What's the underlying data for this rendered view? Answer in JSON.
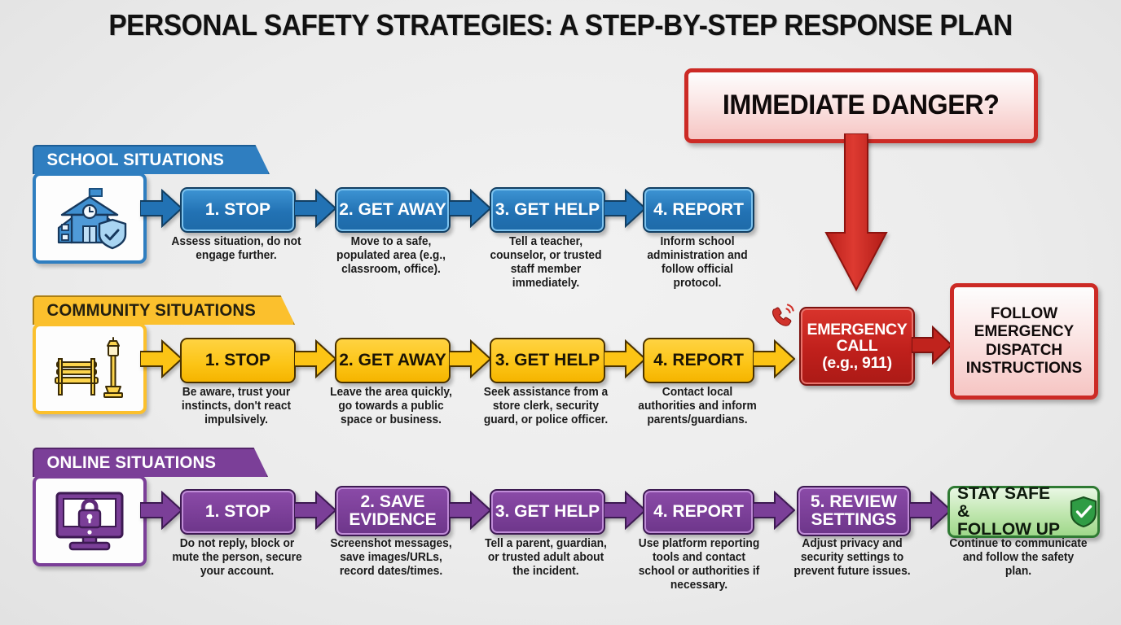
{
  "title": "PERSONAL SAFETY STRATEGIES: A STEP-BY-STEP RESPONSE PLAN",
  "colors": {
    "school": "#2272b4",
    "community": "#fcc415",
    "online": "#7b3f98",
    "emergency_red": "#cc2a25",
    "safe_green": "#2f7a33",
    "background": "#ececec"
  },
  "emergency": {
    "danger_label": "IMMEDIATE DANGER?",
    "call_label_line1": "EMERGENCY",
    "call_label_line2": "CALL",
    "call_label_line3": "(e.g., 911)",
    "dispatch_line1": "FOLLOW",
    "dispatch_line2": "EMERGENCY",
    "dispatch_line3": "DISPATCH",
    "dispatch_line4": "INSTRUCTIONS",
    "phone_icon": "phone-ringing-icon"
  },
  "rows": [
    {
      "id": "school",
      "banner": "SCHOOL SITUATIONS",
      "icon": "school-building-shield-icon",
      "steps": [
        {
          "label": "1. STOP",
          "caption": "Assess situation, do not engage further."
        },
        {
          "label": "2. GET AWAY",
          "caption": "Move to a safe, populated area (e.g., classroom, office)."
        },
        {
          "label": "3. GET HELP",
          "caption": "Tell a teacher, counselor, or trusted staff member immediately."
        },
        {
          "label": "4. REPORT",
          "caption": "Inform school administration and follow official protocol."
        }
      ]
    },
    {
      "id": "community",
      "banner": "COMMUNITY SITUATIONS",
      "icon": "park-bench-lamp-icon",
      "steps": [
        {
          "label": "1. STOP",
          "caption": "Be aware, trust your instincts, don't react impulsively."
        },
        {
          "label": "2. GET AWAY",
          "caption": "Leave the area quickly, go towards a public space or business."
        },
        {
          "label": "3. GET HELP",
          "caption": "Seek assistance from a store clerk, security guard, or police officer."
        },
        {
          "label": "4. REPORT",
          "caption": "Contact local authorities and inform parents/guardians."
        }
      ]
    },
    {
      "id": "online",
      "banner": "ONLINE SITUATIONS",
      "icon": "monitor-padlock-icon",
      "steps": [
        {
          "label": "1. STOP",
          "caption": "Do not reply, block or mute the person, secure your account."
        },
        {
          "label": "2. SAVE EVIDENCE",
          "caption": "Screenshot messages, save images/URLs, record dates/times."
        },
        {
          "label": "3. GET HELP",
          "caption": "Tell a parent, guardian, or trusted adult about the incident."
        },
        {
          "label": "4. REPORT",
          "caption": "Use platform reporting tools and contact school or authorities if necessary."
        },
        {
          "label": "5. REVIEW SETTINGS",
          "caption": "Adjust privacy and security settings to prevent future issues."
        }
      ],
      "final": {
        "label_line1": "STAY SAFE &",
        "label_line2": "FOLLOW UP",
        "caption": "Continue to communicate and follow the safety plan.",
        "icon": "shield-check-icon"
      }
    }
  ]
}
